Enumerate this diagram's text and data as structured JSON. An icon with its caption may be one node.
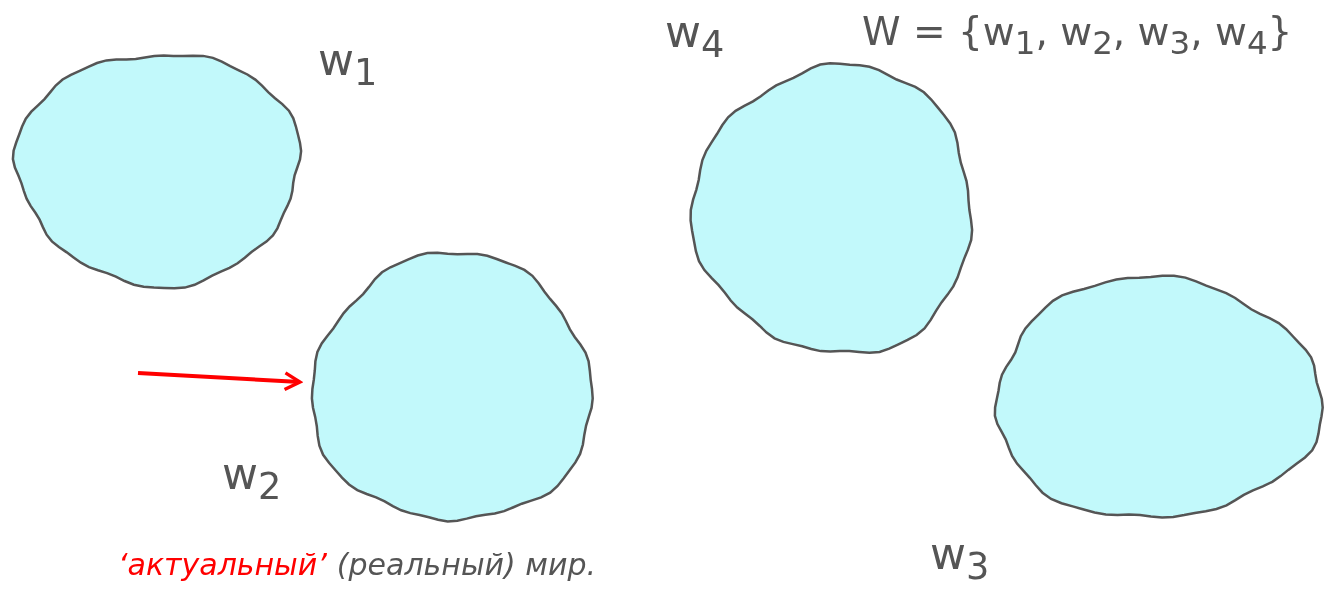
{
  "diagram": {
    "nodes": [
      {
        "text": [],
        "shape": "blob",
        "beside": [
          "w$_{1}$"
        ]
      },
      {
        "text": [],
        "shape": "blob",
        "beside": [
          "w$_{4}$"
        ]
      },
      {
        "text": [],
        "shape": "blob",
        "beside": [
          "w$_{2}$"
        ]
      },
      {
        "text": [],
        "shape": "blob",
        "beside": [
          "w$_{3}$"
        ]
      }
    ],
    "edges": [
      {
        "from": null,
        "to": 2,
        "arrow": "to",
        "color": "#ff0000"
      }
    ],
    "labels": [
      "W = {w$_{1}$, w$_{2}$, w$_{3}$, w$_{4}$}",
      "‘актуальный’",
      "(реальный) мир."
    ]
  }
}
